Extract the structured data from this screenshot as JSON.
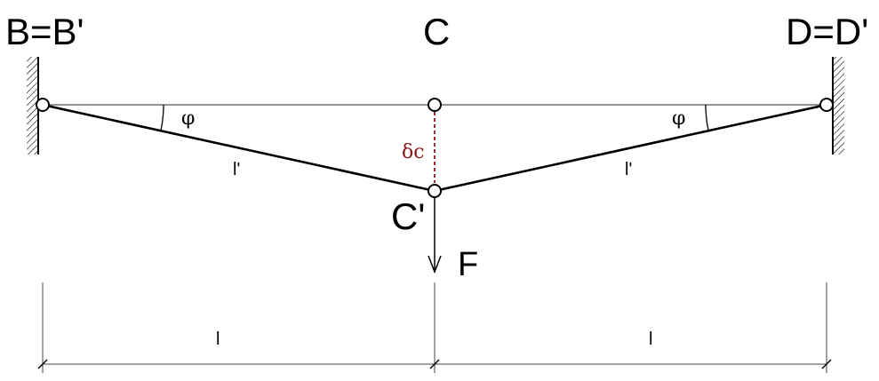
{
  "labels": {
    "b": "B=B'",
    "c": "C",
    "d": "D=D'",
    "c_prime": "C'",
    "force": "F",
    "angle_left": "φ",
    "angle_right": "φ",
    "bar_left": "l'",
    "bar_right": "l'",
    "deflection": "δc",
    "span_left": "l",
    "span_right": "l"
  },
  "colors": {
    "line": "#000000",
    "deflection": "#8b1a1a",
    "thin": "#555555"
  }
}
